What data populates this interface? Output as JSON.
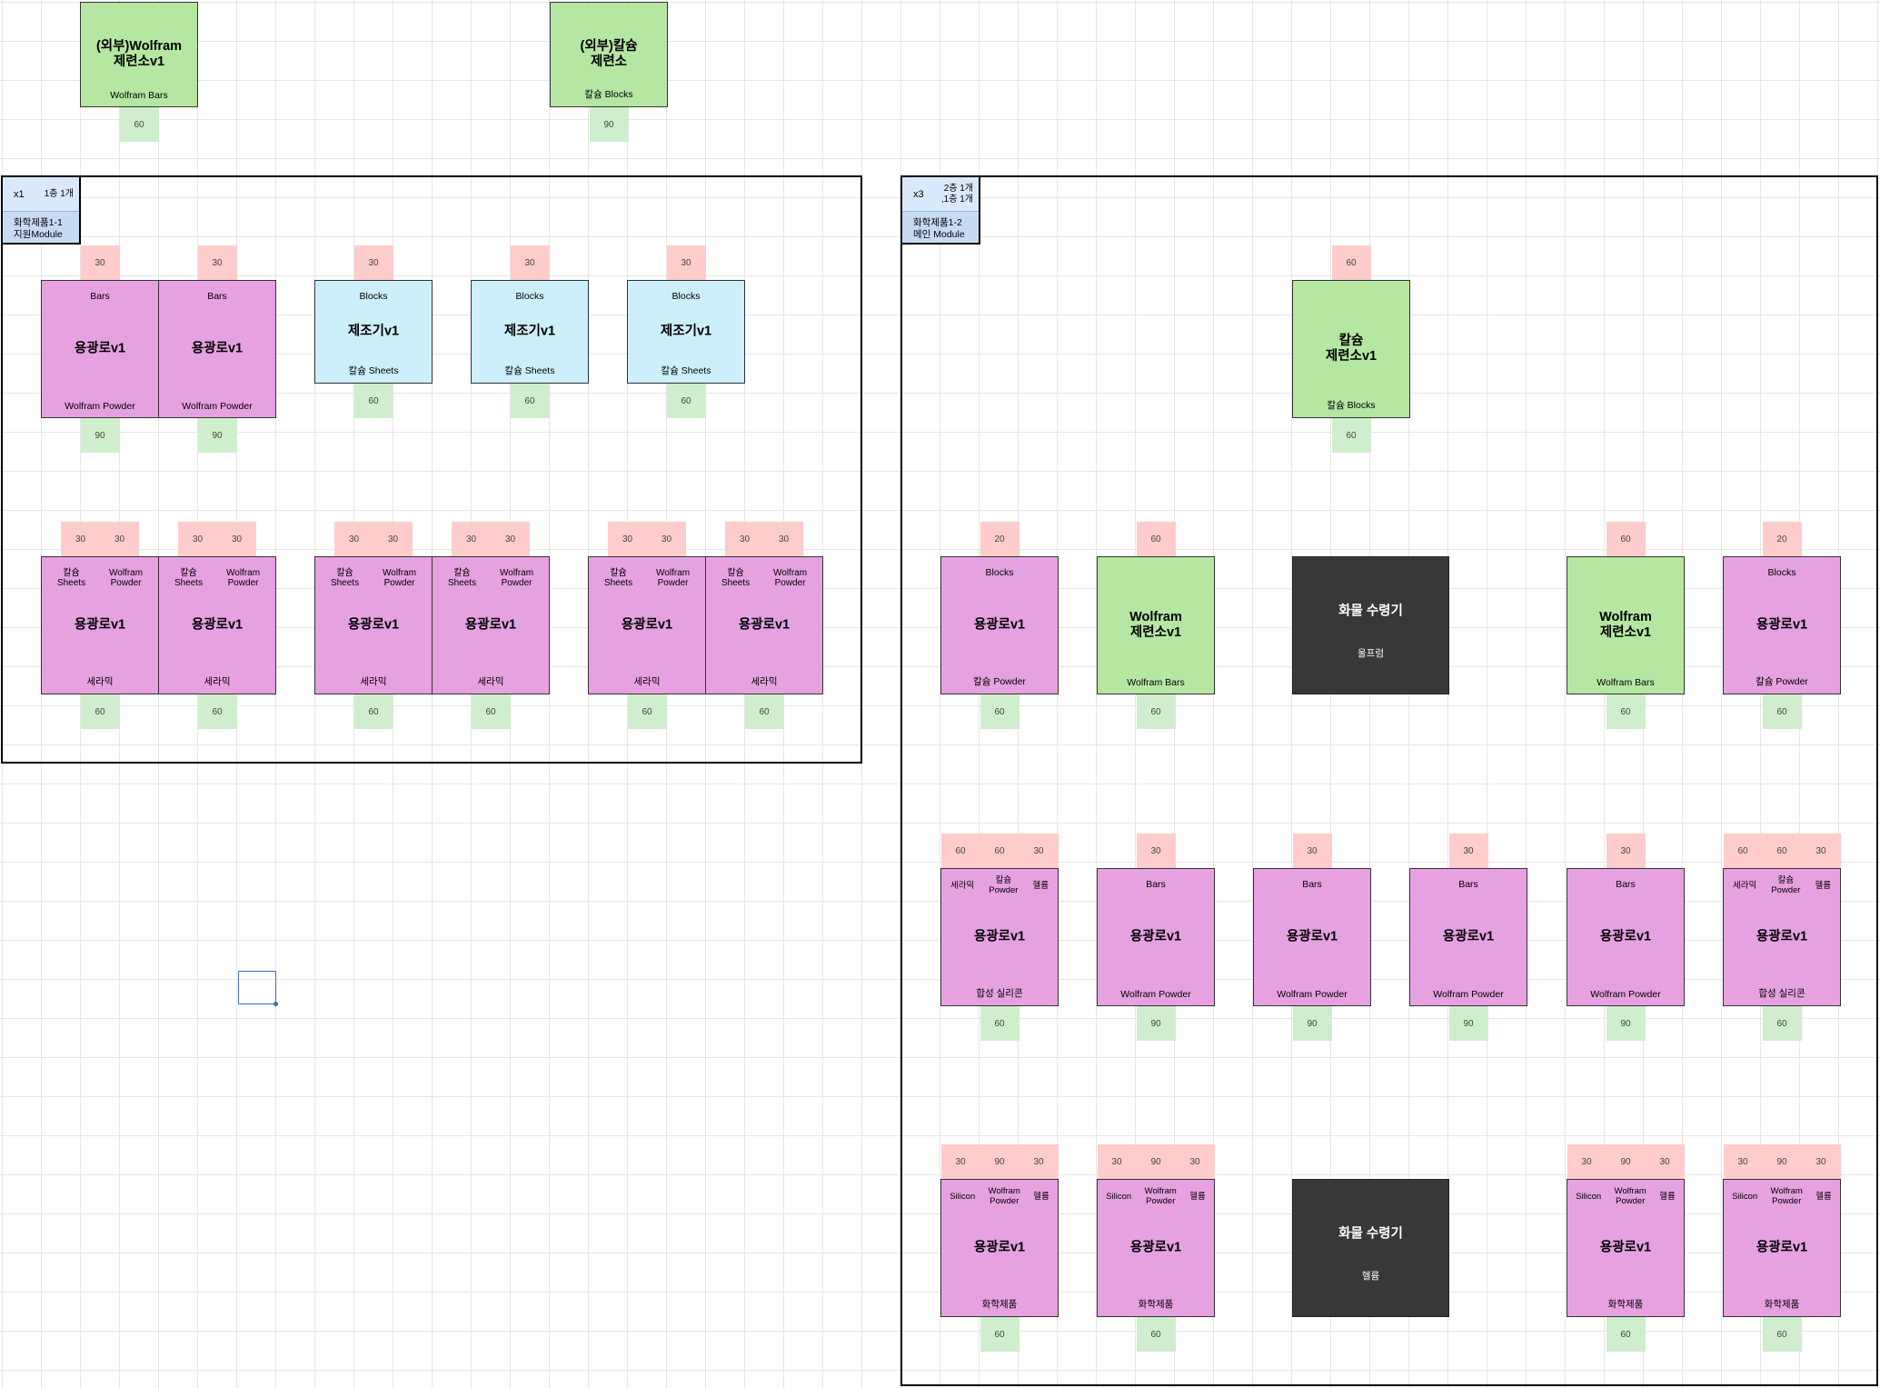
{
  "modules": [
    {
      "id": "m1",
      "mult": "x1",
      "count": "1층 1개",
      "name": "화학제품1-1\n지원Module"
    },
    {
      "id": "m2",
      "mult": "x3",
      "count": "2층 1개\n,1층 1개",
      "name": "화학제품1-2\n메인 Module"
    }
  ],
  "nodes": [
    {
      "id": "ext1",
      "color": "green",
      "title": "(외부)Wolfram\n제련소v1",
      "top": "",
      "out": "Wolfram Bars",
      "in": [],
      "outv": "60"
    },
    {
      "id": "ext2",
      "color": "green",
      "title": "(외부)칼슘\n제련소",
      "top": "",
      "out": "칼슘 Blocks",
      "in": [],
      "outv": "90"
    },
    {
      "id": "a1",
      "color": "pink",
      "title": "용광로v1",
      "top": "Bars",
      "out": "Wolfram Powder",
      "in": [
        "30"
      ],
      "outv": "90"
    },
    {
      "id": "a2",
      "color": "pink",
      "title": "용광로v1",
      "top": "Bars",
      "out": "Wolfram Powder",
      "in": [
        "30"
      ],
      "outv": "90"
    },
    {
      "id": "a3",
      "color": "blue",
      "title": "제조기v1",
      "top": "Blocks",
      "out": "칼슘 Sheets",
      "in": [
        "30"
      ],
      "outv": "60"
    },
    {
      "id": "a4",
      "color": "blue",
      "title": "제조기v1",
      "top": "Blocks",
      "out": "칼슘 Sheets",
      "in": [
        "30"
      ],
      "outv": "60"
    },
    {
      "id": "a5",
      "color": "blue",
      "title": "제조기v1",
      "top": "Blocks",
      "out": "칼슘 Sheets",
      "in": [
        "30"
      ],
      "outv": "60"
    },
    {
      "id": "b1",
      "color": "pink",
      "title": "용광로v1",
      "tops": [
        "칼슘\nSheets",
        "Wolfram\nPowder"
      ],
      "out": "세라믹",
      "in": [
        "30",
        "30"
      ],
      "outv": "60"
    },
    {
      "id": "b2",
      "color": "pink",
      "title": "용광로v1",
      "tops": [
        "칼슘\nSheets",
        "Wolfram\nPowder"
      ],
      "out": "세라믹",
      "in": [
        "30",
        "30"
      ],
      "outv": "60"
    },
    {
      "id": "b3",
      "color": "pink",
      "title": "용광로v1",
      "tops": [
        "칼슘\nSheets",
        "Wolfram\nPowder"
      ],
      "out": "세라믹",
      "in": [
        "30",
        "30"
      ],
      "outv": "60"
    },
    {
      "id": "b4",
      "color": "pink",
      "title": "용광로v1",
      "tops": [
        "칼슘\nSheets",
        "Wolfram\nPowder"
      ],
      "out": "세라믹",
      "in": [
        "30",
        "30"
      ],
      "outv": "60"
    },
    {
      "id": "b5",
      "color": "pink",
      "title": "용광로v1",
      "tops": [
        "칼슘\nSheets",
        "Wolfram\nPowder"
      ],
      "out": "세라믹",
      "in": [
        "30",
        "30"
      ],
      "outv": "60"
    },
    {
      "id": "b6",
      "color": "pink",
      "title": "용광로v1",
      "tops": [
        "칼슘\nSheets",
        "Wolfram\nPowder"
      ],
      "out": "세라믹",
      "in": [
        "30",
        "30"
      ],
      "outv": "60"
    },
    {
      "id": "c1",
      "color": "green",
      "title": "칼슘\n제련소v1",
      "top": "",
      "out": "칼슘 Blocks",
      "in": [
        "60"
      ],
      "outv": "60"
    },
    {
      "id": "d1",
      "color": "pink",
      "title": "용광로v1",
      "top": "Blocks",
      "out": "칼슘 Powder",
      "in": [
        "20"
      ],
      "outv": "60"
    },
    {
      "id": "d2",
      "color": "green",
      "title": "Wolfram\n제련소v1",
      "top": "",
      "out": "Wolfram Bars",
      "in": [
        "60"
      ],
      "outv": "60"
    },
    {
      "id": "d3",
      "color": "dark",
      "title": "화물 수령기",
      "top": "",
      "out": "울프럼",
      "in": [],
      "outv": ""
    },
    {
      "id": "d4",
      "color": "green",
      "title": "Wolfram\n제련소v1",
      "top": "",
      "out": "Wolfram Bars",
      "in": [
        "60"
      ],
      "outv": "60"
    },
    {
      "id": "d5",
      "color": "pink",
      "title": "용광로v1",
      "top": "Blocks",
      "out": "칼슘 Powder",
      "in": [
        "20"
      ],
      "outv": "60"
    },
    {
      "id": "e1",
      "color": "pink",
      "title": "용광로v1",
      "tops": [
        "세라믹",
        "칼슘\nPowder",
        "헬륨"
      ],
      "out": "합성 실리콘",
      "in": [
        "60",
        "60",
        "30"
      ],
      "outv": "60"
    },
    {
      "id": "e2",
      "color": "pink",
      "title": "용광로v1",
      "top": "Bars",
      "out": "Wolfram Powder",
      "in": [
        "30"
      ],
      "outv": "90"
    },
    {
      "id": "e3",
      "color": "pink",
      "title": "용광로v1",
      "top": "Bars",
      "out": "Wolfram Powder",
      "in": [
        "30"
      ],
      "outv": "90"
    },
    {
      "id": "e4",
      "color": "pink",
      "title": "용광로v1",
      "top": "Bars",
      "out": "Wolfram Powder",
      "in": [
        "30"
      ],
      "outv": "90"
    },
    {
      "id": "e5",
      "color": "pink",
      "title": "용광로v1",
      "top": "Bars",
      "out": "Wolfram Powder",
      "in": [
        "30"
      ],
      "outv": "90"
    },
    {
      "id": "e6",
      "color": "pink",
      "title": "용광로v1",
      "tops": [
        "세라믹",
        "칼슘\nPowder",
        "헬륨"
      ],
      "out": "합성 실리콘",
      "in": [
        "60",
        "60",
        "30"
      ],
      "outv": "60"
    },
    {
      "id": "f1",
      "color": "pink",
      "title": "용광로v1",
      "tops": [
        "Silicon",
        "Wolfram\nPowder",
        "헬륨"
      ],
      "out": "화학제품",
      "in": [
        "30",
        "90",
        "30"
      ],
      "outv": "60"
    },
    {
      "id": "f2",
      "color": "pink",
      "title": "용광로v1",
      "tops": [
        "Silicon",
        "Wolfram\nPowder",
        "헬륨"
      ],
      "out": "화학제품",
      "in": [
        "30",
        "90",
        "30"
      ],
      "outv": "60"
    },
    {
      "id": "f3",
      "color": "dark",
      "title": "화물 수령기",
      "top": "",
      "out": "헬륨",
      "in": [],
      "outv": ""
    },
    {
      "id": "f4",
      "color": "pink",
      "title": "용광로v1",
      "tops": [
        "Silicon",
        "Wolfram\nPowder",
        "헬륨"
      ],
      "out": "화학제품",
      "in": [
        "30",
        "90",
        "30"
      ],
      "outv": "60"
    },
    {
      "id": "f5",
      "color": "pink",
      "title": "용광로v1",
      "tops": [
        "Silicon",
        "Wolfram\nPowder",
        "헬륨"
      ],
      "out": "화학제품",
      "in": [
        "30",
        "90",
        "30"
      ],
      "outv": "60"
    }
  ]
}
